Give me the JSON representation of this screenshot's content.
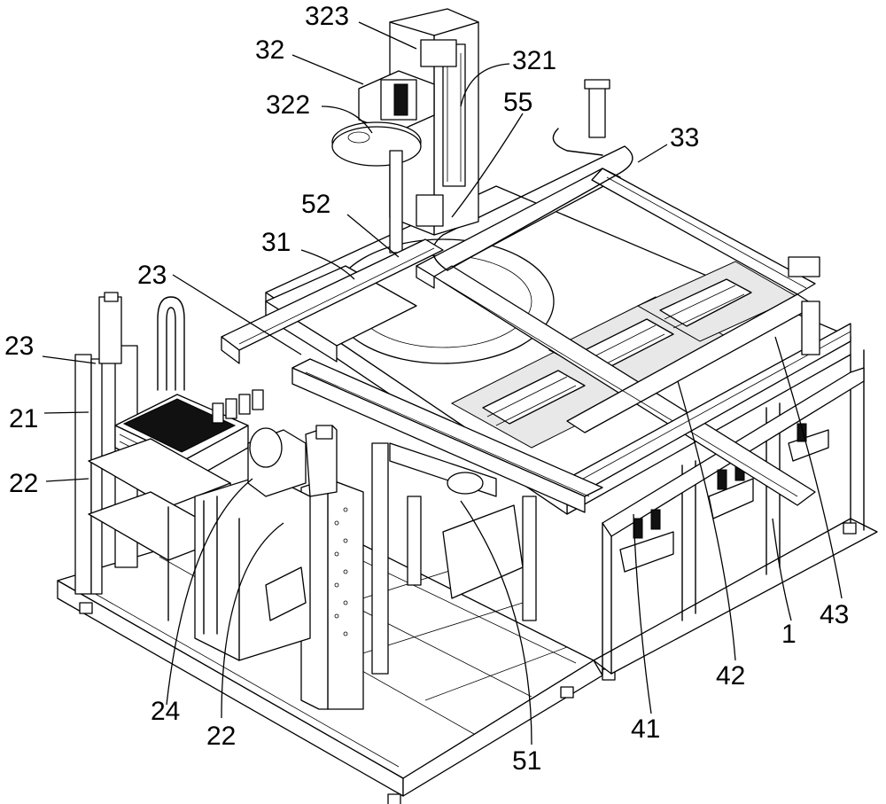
{
  "labels": {
    "l323": "323",
    "l32": "32",
    "l321": "321",
    "l322": "322",
    "l55": "55",
    "l33": "33",
    "l52": "52",
    "l31": "31",
    "l23a": "23",
    "l23b": "23",
    "l21": "21",
    "l22a": "22",
    "l24": "24",
    "l22b": "22",
    "l51": "51",
    "l41": "41",
    "l42": "42",
    "l1": "1",
    "l43": "43"
  }
}
